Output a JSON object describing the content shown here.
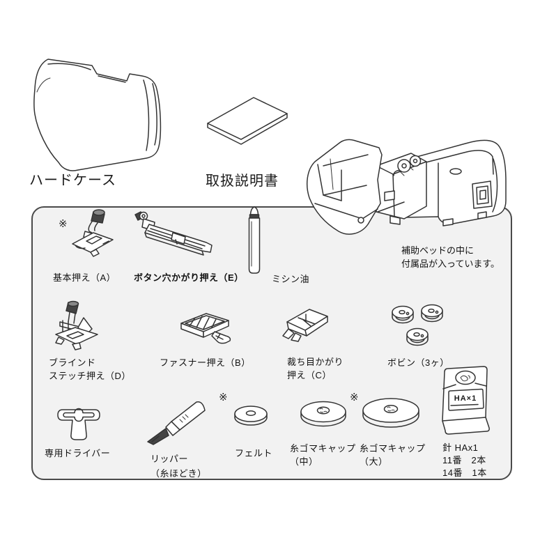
{
  "top_section": {
    "hard_case_label": "ハードケース",
    "manual_label": "取扱説明書",
    "aux_note_line1": "補助ベッドの中に",
    "aux_note_line2": "付属品が入っています。"
  },
  "box": {
    "asterisk": "※",
    "items": {
      "basic_foot": {
        "label": "基本押え（A）",
        "marked": true
      },
      "buttonhole_foot": {
        "label": "ボタン穴かがり押え（E）"
      },
      "oil": {
        "label": "ミシン油"
      },
      "blind_foot": {
        "line1": "ブラインド",
        "line2": "ステッチ押え（D）"
      },
      "zipper_foot": {
        "label": "ファスナー押え（B）"
      },
      "overcast_foot": {
        "line1": "裁ち目かがり",
        "line2": "押え（C）"
      },
      "bobbins": {
        "label": "ボビン（3ヶ）"
      },
      "screwdriver": {
        "label": "専用ドライバー"
      },
      "ripper": {
        "line1": "リッパー",
        "line2": "（糸ほどき）"
      },
      "felt": {
        "label": "フェルト",
        "marked": true
      },
      "cap_medium": {
        "line1": "糸ゴマキャップ",
        "line2": "（中）"
      },
      "cap_large": {
        "line1": "糸ゴマキャップ",
        "line2": "（大）",
        "marked": true
      },
      "needles": {
        "pack_text": "HA×1",
        "line1": "針 HAx1",
        "line2": "11番　2本",
        "line3": "14番　1本"
      }
    }
  },
  "colors": {
    "box_bg": "#f2f2f2",
    "box_border": "#4a4a4a",
    "line_art": "#333333",
    "text": "#111111"
  }
}
